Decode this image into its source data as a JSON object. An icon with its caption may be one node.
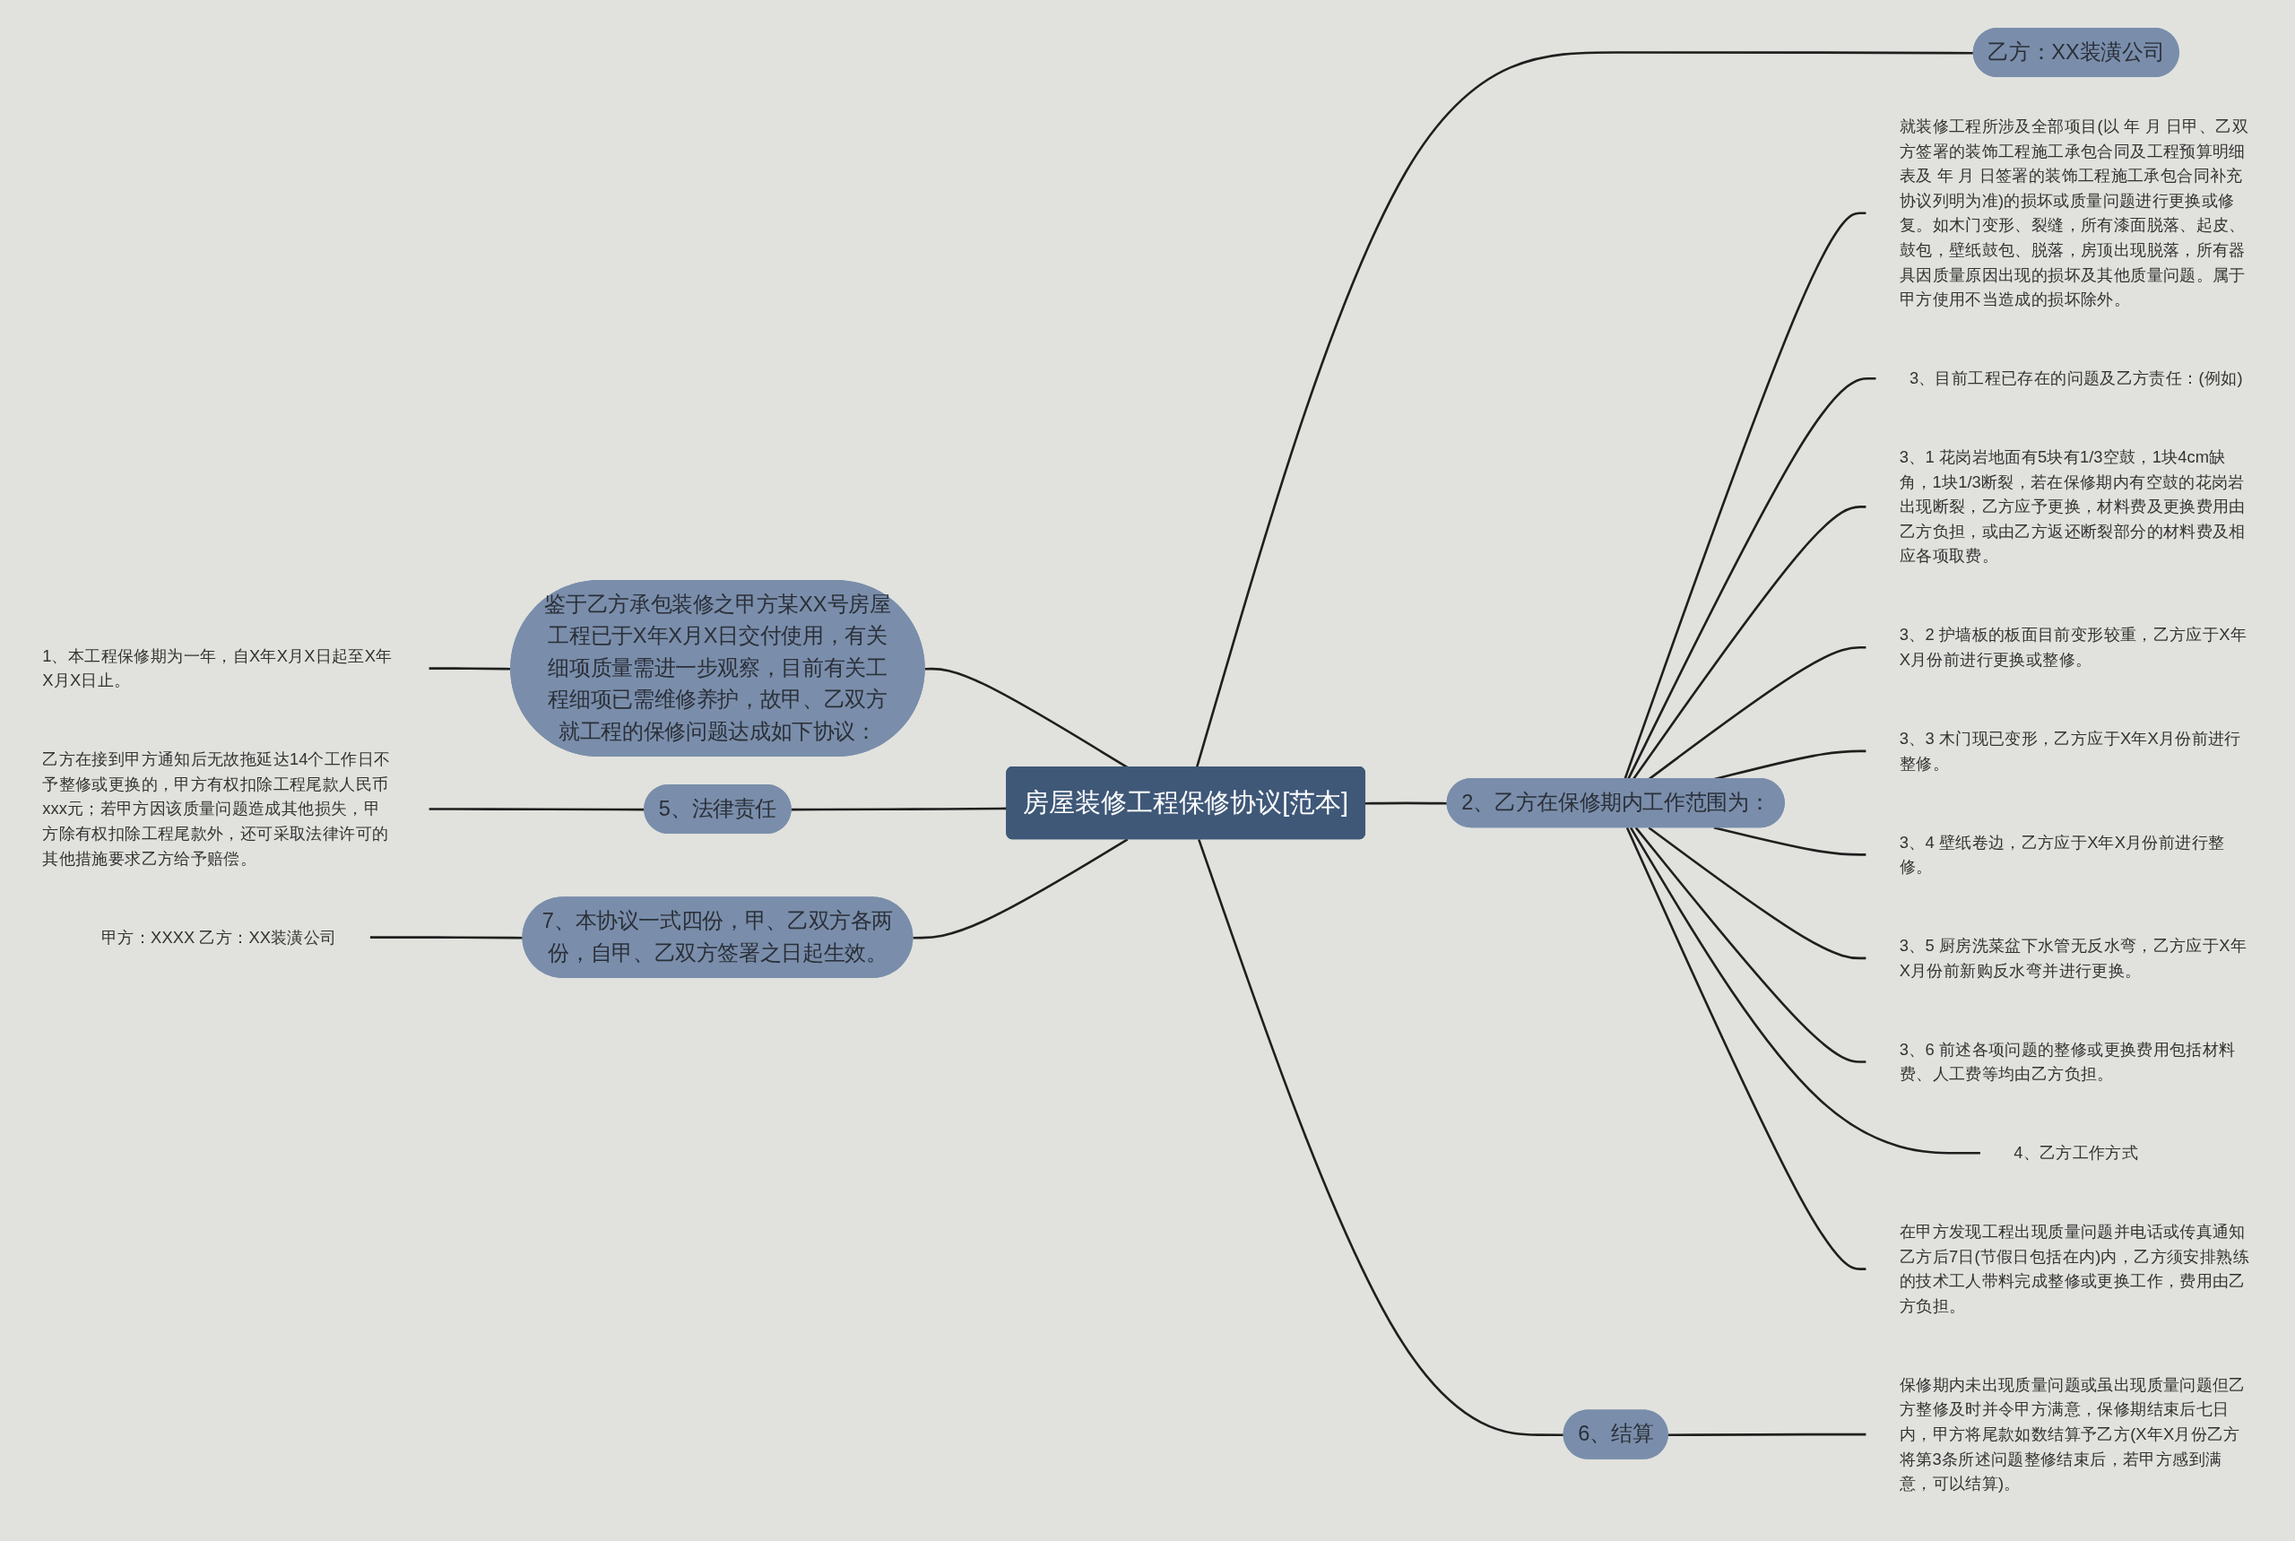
{
  "diagram": {
    "nodes": [
      {
        "text": [
          "房屋装修工程保修协议[范本]"
        ]
      },
      {
        "text": [
          "乙方：XX装潢公司"
        ]
      },
      {
        "text": [
          "2、乙方在保修期内工作范围为："
        ]
      },
      {
        "text": [
          "就装修工程所涉及全部项目(以 年 月 日甲、乙双方签署的装饰工程施工承包合同及工程预算明细表及 年 月 日签署的装饰工程施工承包合同补充协议列明为准)的损坏或质量问题进行更换或修复。如木门变形、裂缝，所有漆面脱落、起皮、鼓包，壁纸鼓包、脱落，房顶出现脱落，所有器具因质量原因出现的损坏及其他质量问题。属于甲方使用不当造成的损坏除外。"
        ]
      },
      {
        "text": [
          "3、目前工程已存在的问题及乙方责任：(例如)"
        ]
      },
      {
        "text": [
          "3、1 花岗岩地面有5块有1/3空鼓，1块4cm缺角，1块1/3断裂，若在保修期内有空鼓的花岗岩出现断裂，乙方应予更换，材料费及更换费用由乙方负担，或由乙方返还断裂部分的材料费及相应各项取费。"
        ]
      },
      {
        "text": [
          "3、2 护墙板的板面目前变形较重，乙方应于X年X月份前进行更换或整修。"
        ]
      },
      {
        "text": [
          "3、3 木门现已变形，乙方应于X年X月份前进行整修。"
        ]
      },
      {
        "text": [
          "3、4 壁纸卷边，乙方应于X年X月份前进行整修。"
        ]
      },
      {
        "text": [
          "3、5 厨房洗菜盆下水管无反水弯，乙方应于X年X月份前新购反水弯并进行更换。"
        ]
      },
      {
        "text": [
          "3、6 前述各项问题的整修或更换费用包括材料费、人工费等均由乙方负担。"
        ]
      },
      {
        "text": [
          "4、乙方工作方式"
        ]
      },
      {
        "text": [
          "在甲方发现工程出现质量问题并电话或传真通知乙方后7日(节假日包括在内)内，乙方须安排熟练的技术工人带料完成整修或更换工作，费用由乙方负担。"
        ]
      },
      {
        "text": [
          "6、结算"
        ]
      },
      {
        "text": [
          "保修期内未出现质量问题或虽出现质量问题但乙方整修及时并令甲方满意，保修期结束后七日内，甲方将尾款如数结算予乙方(X年X月份乙方将第3条所述问题整修结束后，若甲方感到满意，可以结算)。"
        ]
      },
      {
        "text": [
          "鉴于乙方承包装修之甲方某XX号房屋工程已于X年X月X日交付使用，有关细项质量需进一步观察，目前有关工程细项已需维修养护，故甲、乙双方就工程的保修问题达成如下协议："
        ]
      },
      {
        "text": [
          "1、本工程保修期为一年，自X年X月X日起至X年X月X日止。"
        ]
      },
      {
        "text": [
          "5、法律责任"
        ]
      },
      {
        "text": [
          "乙方在接到甲方通知后无故拖延达14个工作日不予整修或更换的，甲方有权扣除工程尾款人民币xxx元；若甲方因该质量问题造成其他损失，甲方除有权扣除工程尾款外，还可采取法律许可的其他措施要求乙方给予赔偿。"
        ]
      },
      {
        "text": [
          "7、本协议一式四份，甲、乙双方各两份，自甲、乙双方签署之日起生效。"
        ]
      },
      {
        "text": [
          "甲方：XXXX 乙方：XX装潢公司"
        ]
      }
    ],
    "edges": [
      {
        "from": 0,
        "to": 1,
        "arrow": "none"
      },
      {
        "from": 0,
        "to": 2,
        "arrow": "none"
      },
      {
        "from": 2,
        "to": 3,
        "arrow": "none"
      },
      {
        "from": 2,
        "to": 4,
        "arrow": "none"
      },
      {
        "from": 2,
        "to": 5,
        "arrow": "none"
      },
      {
        "from": 2,
        "to": 6,
        "arrow": "none"
      },
      {
        "from": 2,
        "to": 7,
        "arrow": "none"
      },
      {
        "from": 2,
        "to": 8,
        "arrow": "none"
      },
      {
        "from": 2,
        "to": 9,
        "arrow": "none"
      },
      {
        "from": 2,
        "to": 10,
        "arrow": "none"
      },
      {
        "from": 2,
        "to": 11,
        "arrow": "none"
      },
      {
        "from": 2,
        "to": 12,
        "arrow": "none"
      },
      {
        "from": 0,
        "to": 13,
        "arrow": "none"
      },
      {
        "from": 13,
        "to": 14,
        "arrow": "none"
      },
      {
        "from": 15,
        "to": 0,
        "arrow": "none"
      },
      {
        "from": 16,
        "to": 15,
        "arrow": "none"
      },
      {
        "from": 17,
        "to": 0,
        "arrow": "none"
      },
      {
        "from": 18,
        "to": 17,
        "arrow": "none"
      },
      {
        "from": 19,
        "to": 0,
        "arrow": "none"
      },
      {
        "from": 20,
        "to": 19,
        "arrow": "none"
      }
    ]
  }
}
